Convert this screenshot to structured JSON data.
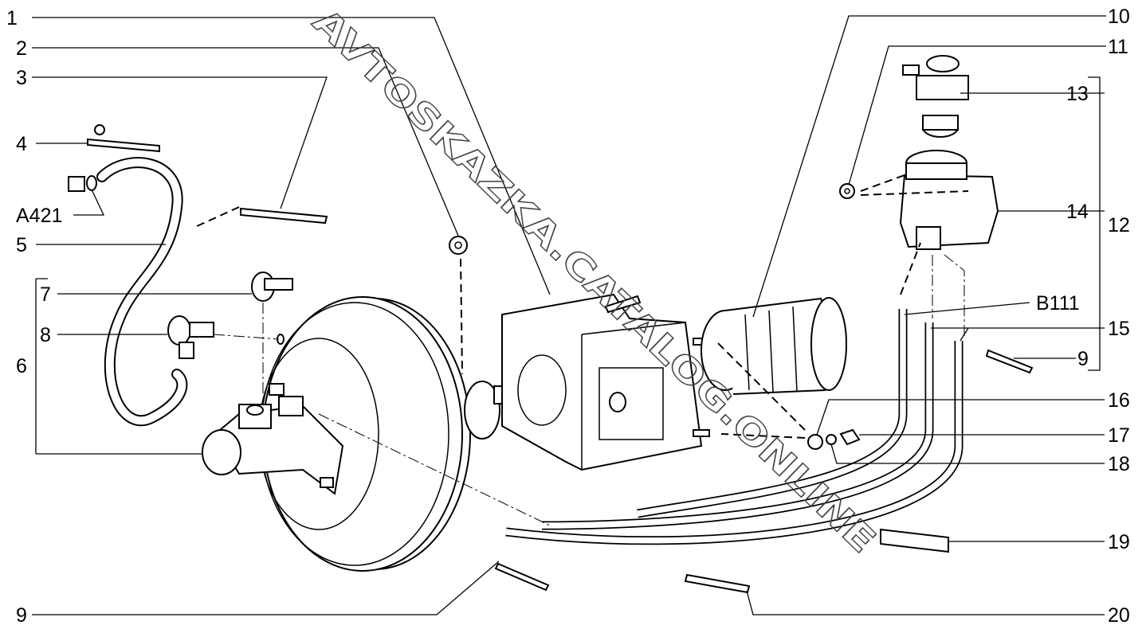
{
  "watermark": "AVTOSKAZKA.CATALOG.ONLINE",
  "callouts": {
    "c1": "1",
    "c2": "2",
    "c3": "3",
    "c4": "4",
    "a421": "A421",
    "c5": "5",
    "c6": "6",
    "c7": "7",
    "c8": "8",
    "c9_bottom": "9",
    "c10": "10",
    "c11": "11",
    "c12": "12",
    "c13": "13",
    "c14": "14",
    "b111": "B111",
    "c15": "15",
    "c9_right": "9",
    "c16": "16",
    "c17": "17",
    "c18": "18",
    "c19": "19",
    "c20": "20"
  }
}
